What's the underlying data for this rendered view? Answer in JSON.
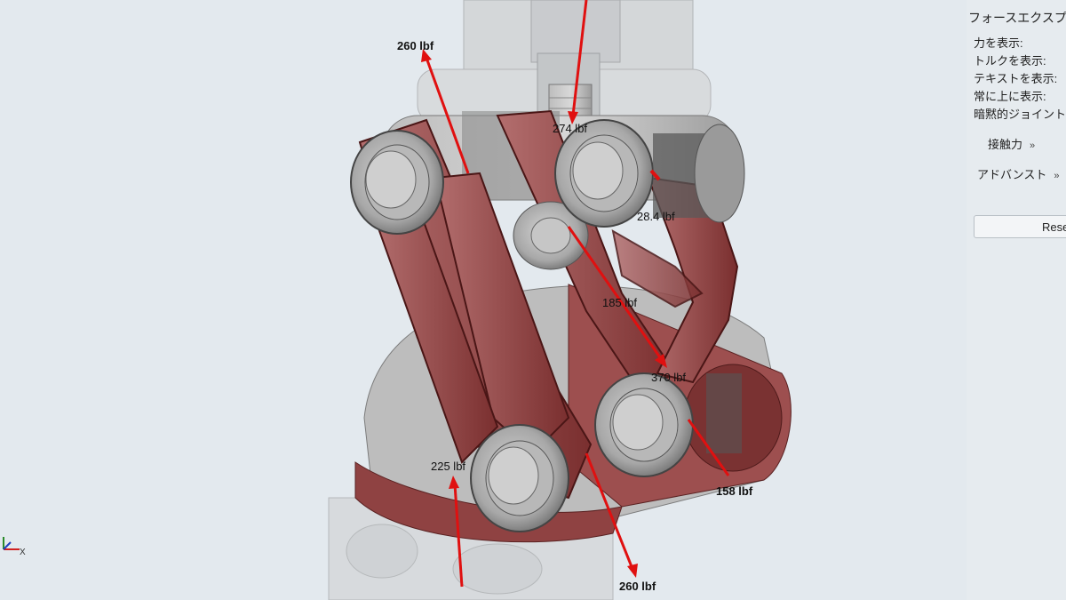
{
  "panel": {
    "title": "フォースエクスプロ",
    "options": [
      {
        "label": "力を表示:"
      },
      {
        "label": "トルクを表示:"
      },
      {
        "label": "テキストを表示:"
      },
      {
        "label": "常に上に表示:"
      },
      {
        "label": "暗黙的ジョイントを"
      }
    ],
    "sections": [
      {
        "label": "接触力",
        "icon": "chevron-down-icon"
      },
      {
        "label": "アドバンスト",
        "icon": "chevron-down-icon"
      }
    ],
    "reset_label": "Rese"
  },
  "viewport": {
    "force_labels": [
      {
        "text": "260 lbf"
      },
      {
        "text": "274 lbf"
      },
      {
        "text": "28.4 lbf"
      },
      {
        "text": "185 lbf"
      },
      {
        "text": "370 lbf"
      },
      {
        "text": "225 lbf"
      },
      {
        "text": "158 lbf"
      },
      {
        "text": "260 lbf"
      }
    ],
    "arrow_color": "#e01010",
    "link_color": "#8a3c3c"
  },
  "triad": {
    "axis_x_label": "X"
  }
}
